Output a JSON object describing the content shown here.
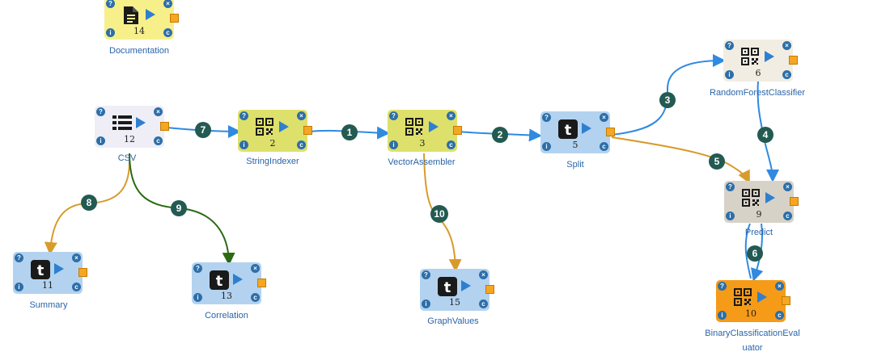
{
  "nodes": [
    {
      "id": "documentation",
      "num": "14",
      "label": "Documentation",
      "icon": "document-icon",
      "color": "#f7f08a"
    },
    {
      "id": "csv",
      "num": "12",
      "label": "CSV",
      "icon": "list-icon",
      "color": "#efeef7"
    },
    {
      "id": "stringindexer",
      "num": "2",
      "label": "StringIndexer",
      "icon": "qr-code-icon",
      "color": "#dde06a"
    },
    {
      "id": "vectorassembler",
      "num": "3",
      "label": "VectorAssembler",
      "icon": "qr-code-icon",
      "color": "#dde06a"
    },
    {
      "id": "split",
      "num": "5",
      "label": "Split",
      "icon": "tumblr-icon",
      "color": "#b3d2ef"
    },
    {
      "id": "randomforestclassifier",
      "num": "6",
      "label": "RandomForestClassifier",
      "icon": "qr-code-icon",
      "color": "#f2ede3"
    },
    {
      "id": "predict",
      "num": "9",
      "label": "Predict",
      "icon": "qr-code-icon",
      "color": "#d7d2c7"
    },
    {
      "id": "binaryclassificationevaluator",
      "num": "10",
      "label": "BinaryClassificationEval uator",
      "icon": "qr-code-icon",
      "color": "#f59b17"
    },
    {
      "id": "summary",
      "num": "11",
      "label": "Summary",
      "icon": "tumblr-icon",
      "color": "#b3d2ef"
    },
    {
      "id": "correlation",
      "num": "13",
      "label": "Correlation",
      "icon": "tumblr-icon",
      "color": "#b3d2ef"
    },
    {
      "id": "graphvalues",
      "num": "15",
      "label": "GraphValues",
      "icon": "tumblr-icon",
      "color": "#b3d2ef"
    }
  ],
  "edges": [
    {
      "num": "1",
      "from": "StringIndexer",
      "to": "VectorAssembler",
      "color": "#2f8ae0"
    },
    {
      "num": "2",
      "from": "VectorAssembler",
      "to": "Split",
      "color": "#2f8ae0"
    },
    {
      "num": "3",
      "from": "Split",
      "to": "RandomForestClassifier",
      "color": "#2f8ae0"
    },
    {
      "num": "4",
      "from": "RandomForestClassifier",
      "to": "Predict",
      "color": "#2f8ae0"
    },
    {
      "num": "5",
      "from": "Split",
      "to": "Predict",
      "color": "#d89b2b"
    },
    {
      "num": "6",
      "from": "Predict",
      "to": "BinaryClassificationEvaluator",
      "color": "#2f8ae0"
    },
    {
      "num": "7",
      "from": "CSV",
      "to": "StringIndexer",
      "color": "#2f8ae0"
    },
    {
      "num": "8",
      "from": "CSV",
      "to": "Summary",
      "color": "#d89b2b"
    },
    {
      "num": "9",
      "from": "CSV",
      "to": "Correlation",
      "color": "#2a6a12"
    },
    {
      "num": "10",
      "from": "VectorAssembler",
      "to": "GraphValues",
      "color": "#d89b2b"
    }
  ],
  "node_buttons": {
    "help": "?",
    "close": "×",
    "info": "i",
    "config": "c"
  },
  "colors": {
    "badge_bg": "#235a52",
    "label_text": "#2a64a8",
    "port": "#f5a623"
  }
}
